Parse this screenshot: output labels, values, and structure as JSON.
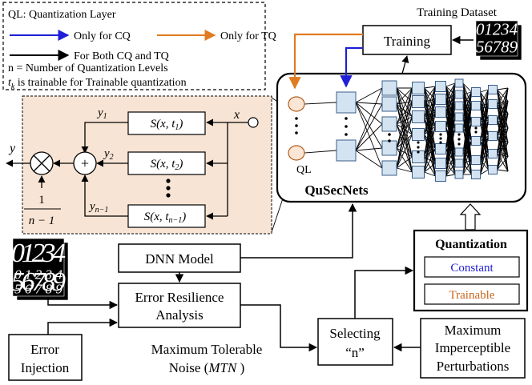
{
  "legend": {
    "title": "QL: Quantization Layer",
    "blue_label": "Only for CQ",
    "orange_label": "Only for TQ",
    "black_label": "For Both CQ and TQ",
    "n_note": "n = Number of Quantization Levels",
    "tk_note_var": "t",
    "tk_note_sub": "k",
    "tk_note_rest": " is trainable for Trainable quantization"
  },
  "quant_layer": {
    "input_label": "x",
    "output_label": "y",
    "sum_symbol": "+",
    "mult_symbol": "×",
    "scale_num": "1",
    "scale_den": "n − 1",
    "y1": "y",
    "y1_sub": "1",
    "y2": "y",
    "y2_sub": "2",
    "yn": "y",
    "yn_sub": "n−1",
    "s1_pre": "S(x, t",
    "s1_sub": "1",
    "s2_pre": "S(x, t",
    "s2_sub": "2",
    "sn_pre": "S(x, t",
    "sn_sub": "n−1",
    "s_post": ")"
  },
  "network": {
    "title": "QuSecNets",
    "ql_label": "QL"
  },
  "training": {
    "label": "Training",
    "dataset_label": "Training Dataset"
  },
  "quantization": {
    "title": "Quantization",
    "constant": "Constant",
    "trainable": "Trainable"
  },
  "boxes": {
    "dnn_model": "DNN Model",
    "era_line1": "Error Resilience",
    "era_line2": "Analysis",
    "error_line1": "Error",
    "error_line2": "Injection",
    "mtn_line1": "Maximum Tolerable",
    "mtn_line2_pre": "Noise (",
    "mtn_line2_var": "MTN",
    "mtn_line2_post": " )",
    "sel_line1": "Selecting",
    "sel_line2": "“n”",
    "mip_line1": "Maximum",
    "mip_line2": "Imperceptible",
    "mip_line3": "Perturbations"
  },
  "digits": [
    "0",
    "1",
    "2",
    "3",
    "4",
    "5",
    "6",
    "7",
    "8",
    "9"
  ],
  "colors": {
    "blue": "#1f1fd8",
    "orange": "#e07b22",
    "panel_fill": "#f8e4d4",
    "node_fill": "#d4e3f1",
    "node_stroke": "#3a5f8a",
    "ql_fill": "#fbe6d6",
    "ql_stroke": "#b05d1c",
    "constant_text": "#1f1fd8",
    "trainable_text": "#c8661c"
  }
}
